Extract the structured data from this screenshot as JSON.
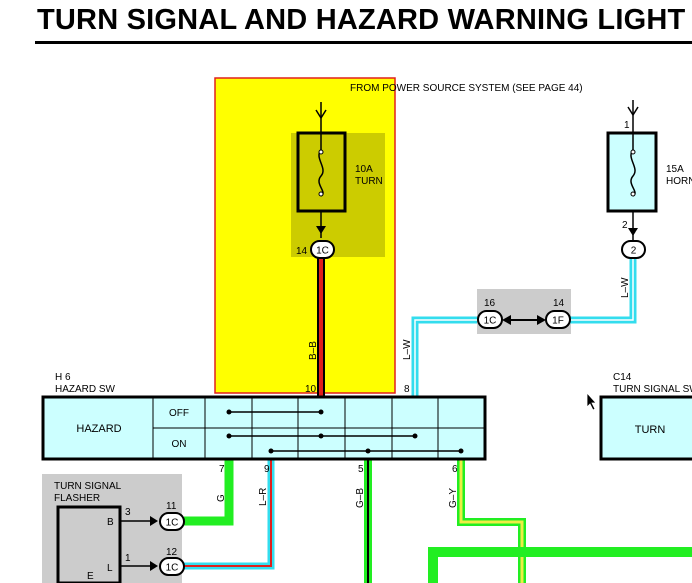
{
  "title": "TURN SIGNAL AND HAZARD WARNING LIGHT",
  "labels": {
    "power_source": "FROM POWER SOURCE SYSTEM (SEE PAGE 44)",
    "fuse1_amp": "10A",
    "fuse1_name": "TURN",
    "fuse2_amp": "15A",
    "fuse2_name": "HORN",
    "hazard_code": "H 6",
    "hazard_name": "HAZARD SW",
    "hazard_body": "HAZARD",
    "off": "OFF",
    "on": "ON",
    "c14_code": "C14",
    "c14_name": "TURN SIGNAL SW",
    "c14_body": "TURN",
    "flasher_line1": "TURN SIGNAL",
    "flasher_line2": "FLASHER",
    "flasher_b": "B",
    "flasher_l": "L",
    "flasher_e": "E"
  },
  "connectors": {
    "fuse1_out": "1C",
    "fuse2_out": "2",
    "junction_left": "1C",
    "junction_right": "1F",
    "flasher_b_conn": "1C",
    "flasher_l_conn": "1C"
  },
  "pins": {
    "fuse1_pin": "14",
    "fuse2_in": "1",
    "fuse2_out": "2",
    "junction_left": "16",
    "junction_right": "14",
    "hazard_10": "10",
    "hazard_8": "8",
    "hazard_7": "7",
    "hazard_9": "9",
    "hazard_5": "5",
    "hazard_6": "6",
    "flasher_b_pin": "3",
    "flasher_b_conn_pin": "11",
    "flasher_l_pin": "1",
    "flasher_l_conn_pin": "12"
  },
  "wires": {
    "b_b": "B–B",
    "l_w_left": "L–W",
    "l_w_right": "L–W",
    "g": "G",
    "l_r": "L–R",
    "g_b": "G–B",
    "g_y": "G–Y"
  },
  "colors": {
    "highlight_fill": "#ffff00",
    "highlight_border": "#e0201c",
    "fuse_box": "#cccc00",
    "component_fill": "#ccffff",
    "wire_red": "#e0201c",
    "wire_cyan": "#33ddee",
    "wire_green": "#22ee22",
    "wire_yellow": "#eeee44",
    "gray_box": "#cccccc"
  }
}
